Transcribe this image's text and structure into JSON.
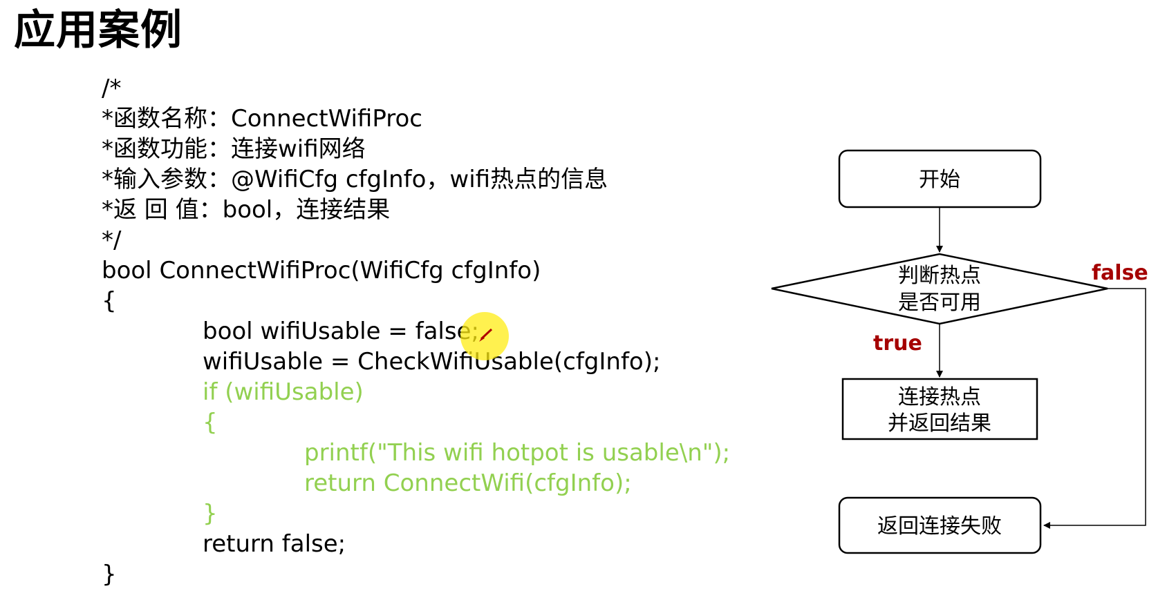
{
  "title": "应用案例",
  "code": {
    "lines": [
      {
        "text": "/*",
        "indent": 0,
        "color": "default"
      },
      {
        "text": "*函数名称：ConnectWifiProc",
        "indent": 0,
        "color": "default"
      },
      {
        "text": "*函数功能：连接wifi网络",
        "indent": 0,
        "color": "default"
      },
      {
        "text": "*输入参数：@WifiCfg cfgInfo，wifi热点的信息",
        "indent": 0,
        "color": "default"
      },
      {
        "text": "*返 回 值：bool，连接结果",
        "indent": 0,
        "color": "default"
      },
      {
        "text": "*/",
        "indent": 0,
        "color": "default"
      },
      {
        "text": "bool ConnectWifiProc(WifiCfg cfgInfo)",
        "indent": 0,
        "color": "default"
      },
      {
        "text": "{",
        "indent": 0,
        "color": "default"
      },
      {
        "text": "bool wifiUsable = false;",
        "indent": 1,
        "color": "default"
      },
      {
        "text": "wifiUsable = CheckWifiUsable(cfgInfo);",
        "indent": 1,
        "color": "default"
      },
      {
        "text": "if (wifiUsable)",
        "indent": 1,
        "color": "green"
      },
      {
        "text": "{",
        "indent": 1,
        "color": "green"
      },
      {
        "text": "printf(\"This wifi hotpot is usable\\n\");",
        "indent": 2,
        "color": "green"
      },
      {
        "text": "return ConnectWifi(cfgInfo);",
        "indent": 2,
        "color": "green"
      },
      {
        "text": "}",
        "indent": 1,
        "color": "green"
      },
      {
        "text": "return false;",
        "indent": 1,
        "color": "default"
      },
      {
        "text": "}",
        "indent": 0,
        "color": "default"
      }
    ]
  },
  "flowchart": {
    "start": "开始",
    "decision": [
      "判断热点",
      "是否可用"
    ],
    "true_label": "true",
    "false_label": "false",
    "connect": [
      "连接热点",
      "并返回结果"
    ],
    "fail": "返回连接失败"
  },
  "colors": {
    "code_default": "#000000",
    "code_green": "#92d050",
    "flow_label": "#a50000",
    "cursor_highlight": "#ffec14"
  },
  "icons": {
    "cursor": "pen-cursor-icon"
  }
}
